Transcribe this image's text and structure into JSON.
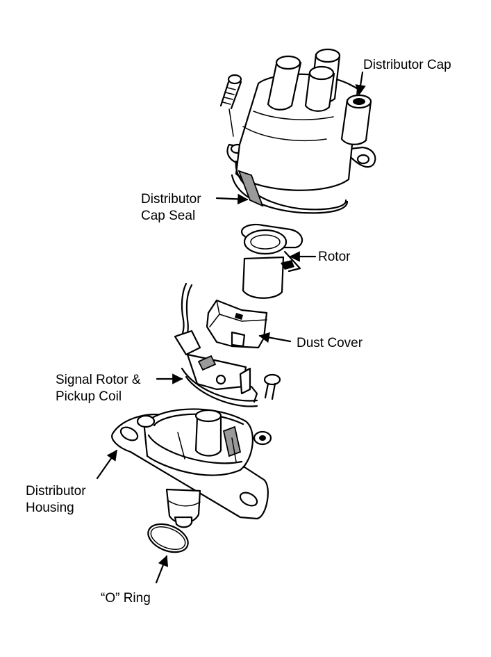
{
  "labels": {
    "distributor_cap": "Distributor Cap",
    "cap_seal_line1": "Distributor",
    "cap_seal_line2": "Cap Seal",
    "rotor": "Rotor",
    "dust_cover": "Dust Cover",
    "signal_rotor_line1": "Signal Rotor &",
    "signal_rotor_line2": "Pickup Coil",
    "housing_line1": "Distributor",
    "housing_line2": "Housing",
    "o_ring": "“O” Ring"
  }
}
